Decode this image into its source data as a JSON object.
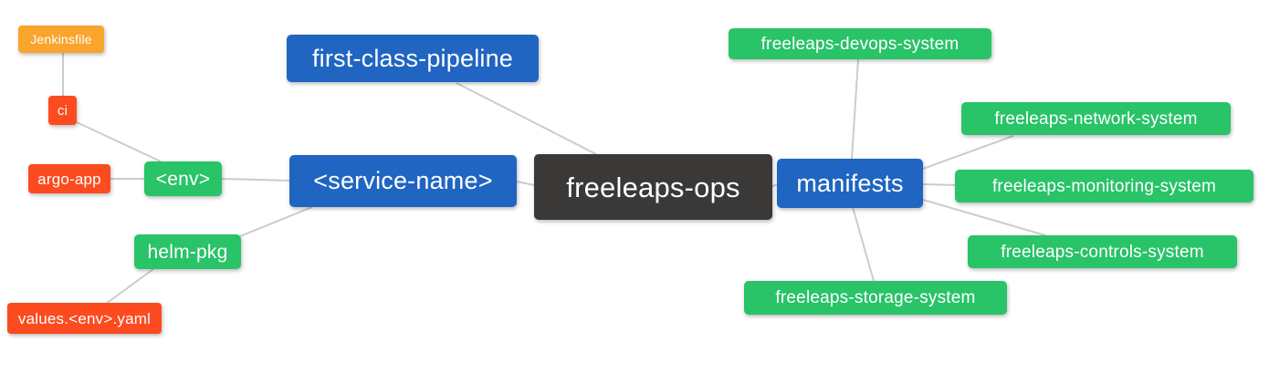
{
  "diagram": {
    "type": "mindmap",
    "background": "#FFFFFF",
    "edge_color": "#CCCCCC",
    "text_color": "#FFFFFF",
    "palette": {
      "root_dark": "#3B3838",
      "branch_blue": "#2065C1",
      "leaf_green": "#29C368",
      "leaf_red": "#FB4B1F",
      "leaf_orange": "#F9A42C"
    },
    "nodes": {
      "jenkinsfile": {
        "label": "Jenkinsfile",
        "color": "#F9A42C"
      },
      "ci": {
        "label": "ci",
        "color": "#FB4B1F"
      },
      "argo_app": {
        "label": "argo-app",
        "color": "#FB4B1F"
      },
      "env": {
        "label": "<env>",
        "color": "#29C368"
      },
      "helm_pkg": {
        "label": "helm-pkg",
        "color": "#29C368"
      },
      "values_env_yaml": {
        "label": "values.<env>.yaml",
        "color": "#FB4B1F"
      },
      "first_class_pipeline": {
        "label": "first-class-pipeline",
        "color": "#2065C1"
      },
      "service_name": {
        "label": "<service-name>",
        "color": "#2065C1"
      },
      "freeleaps_ops": {
        "label": "freeleaps-ops",
        "color": "#3B3838"
      },
      "manifests": {
        "label": "manifests",
        "color": "#2065C1"
      },
      "devops_system": {
        "label": "freeleaps-devops-system",
        "color": "#29C368"
      },
      "network_system": {
        "label": "freeleaps-network-system",
        "color": "#29C368"
      },
      "monitoring_system": {
        "label": "freeleaps-monitoring-system",
        "color": "#29C368"
      },
      "controls_system": {
        "label": "freeleaps-controls-system",
        "color": "#29C368"
      },
      "storage_system": {
        "label": "freeleaps-storage-system",
        "color": "#29C368"
      }
    },
    "edges": [
      [
        "Jenkinsfile",
        "ci"
      ],
      [
        "ci",
        "<env>"
      ],
      [
        "argo-app",
        "<env>"
      ],
      [
        "<env>",
        "<service-name>"
      ],
      [
        "helm-pkg",
        "<service-name>"
      ],
      [
        "values.<env>.yaml",
        "helm-pkg"
      ],
      [
        "first-class-pipeline",
        "freeleaps-ops"
      ],
      [
        "<service-name>",
        "freeleaps-ops"
      ],
      [
        "freeleaps-ops",
        "manifests"
      ],
      [
        "manifests",
        "freeleaps-devops-system"
      ],
      [
        "manifests",
        "freeleaps-network-system"
      ],
      [
        "manifests",
        "freeleaps-monitoring-system"
      ],
      [
        "manifests",
        "freeleaps-controls-system"
      ],
      [
        "manifests",
        "freeleaps-storage-system"
      ]
    ]
  }
}
